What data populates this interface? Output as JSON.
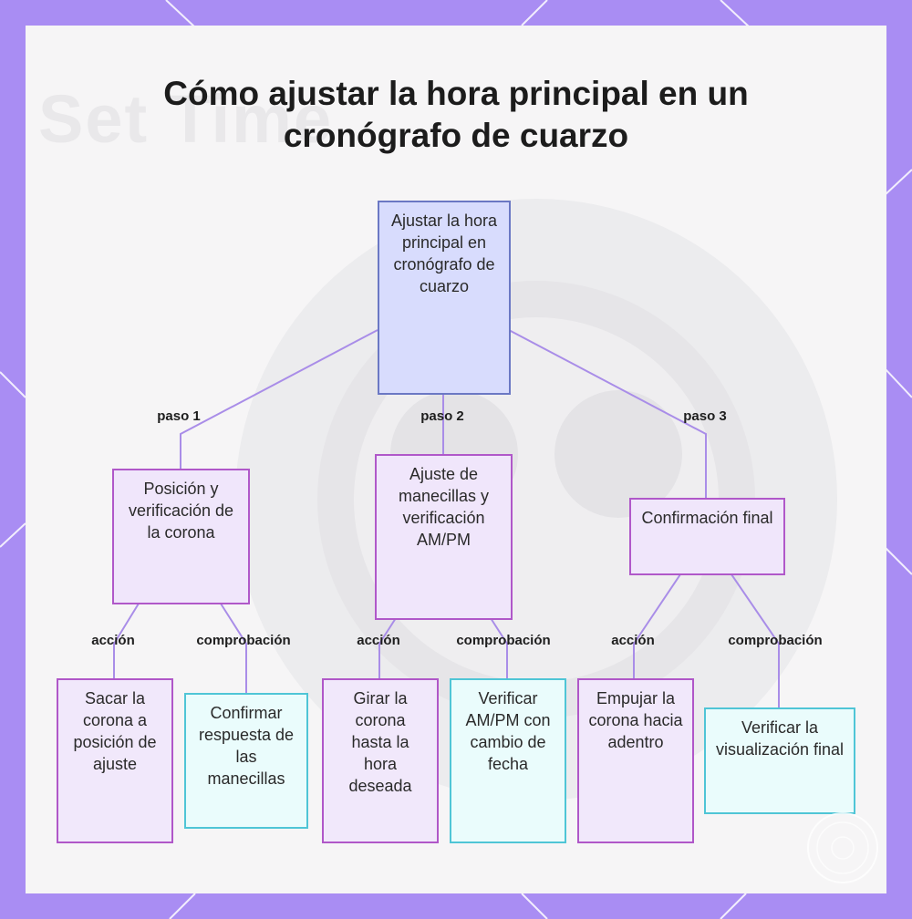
{
  "title": "Cómo ajustar la hora principal en un cronógrafo de cuarzo",
  "root": "Ajustar la hora principal en cronógrafo de cuarzo",
  "edge_labels": {
    "paso1": "paso 1",
    "paso2": "paso 2",
    "paso3": "paso 3",
    "accion1": "acción",
    "comprobacion1": "comprobación",
    "accion2": "acción",
    "comprobacion2": "comprobación",
    "accion3": "acción",
    "comprobacion3": "comprobación"
  },
  "steps": [
    "Posición y verificación de la corona",
    "Ajuste de manecillas y verificación AM/PM",
    "Confirmación final"
  ],
  "leaves": [
    "Sacar la corona a posición de ajuste",
    "Confirmar respuesta de las manecillas",
    "Girar la corona hasta la hora deseada",
    "Verificar AM/PM con cambio de fecha",
    "Empujar la corona hacia adentro",
    "Verificar la visualización final"
  ],
  "colors": {
    "frame": "#a98df3",
    "edge": "#a98de8",
    "root_fill": "#d8dcfd",
    "step_fill": "#f0e6fb",
    "check_border": "#4fc5d6"
  }
}
